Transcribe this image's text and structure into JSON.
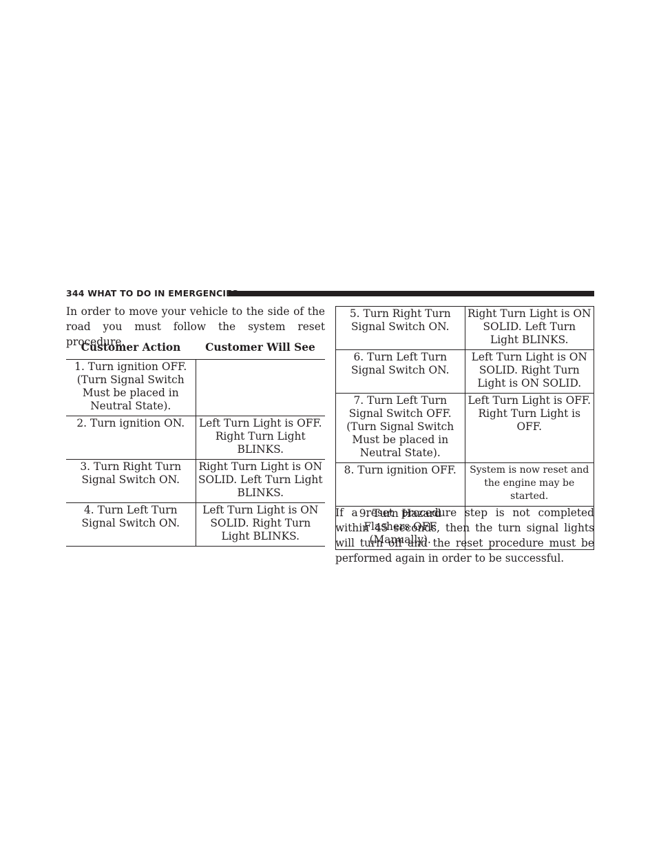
{
  "header": {
    "page_label": "344   WHAT TO DO IN EMERGENCIES"
  },
  "intro": "In order to move your vehicle to the side of the road you must follow the system reset procedure.",
  "table": {
    "headers": [
      "Customer Action",
      "Customer Will See"
    ],
    "rows": [
      {
        "action": "1. Turn ignition OFF. (Turn Signal Switch Must be placed in Neutral State).",
        "see": ""
      },
      {
        "action": "2. Turn ignition ON.",
        "see": "Left Turn Light is OFF. Right Turn Light BLINKS."
      },
      {
        "action": "3. Turn Right Turn Signal Switch ON.",
        "see": "Right Turn Light is ON SOLID. Left Turn Light BLINKS."
      },
      {
        "action": "4. Turn Left Turn Signal Switch ON.",
        "see": "Left Turn Light is ON SOLID. Right Turn Light BLINKS."
      },
      {
        "action": "5. Turn Right Turn Signal Switch ON.",
        "see": "Right Turn Light is ON SOLID. Left Turn Light BLINKS."
      },
      {
        "action": "6. Turn Left Turn Signal Switch ON.",
        "see": "Left Turn Light is ON SOLID. Right Turn Light is ON SOLID."
      },
      {
        "action": "7. Turn Left Turn Signal Switch OFF. (Turn Signal Switch Must be placed in Neutral State).",
        "see": "Left Turn Light is OFF. Right Turn Light is OFF."
      },
      {
        "action": "8. Turn ignition OFF.",
        "see": "System is now reset and the engine may be started."
      },
      {
        "action": "9. Turn Hazard Flashers OFF (Manually).",
        "see": ""
      }
    ]
  },
  "outro": "If a reset procedure step is not completed within 45 seconds, then the turn signal lights will turn off and the reset procedure must be performed again in order to be successful."
}
